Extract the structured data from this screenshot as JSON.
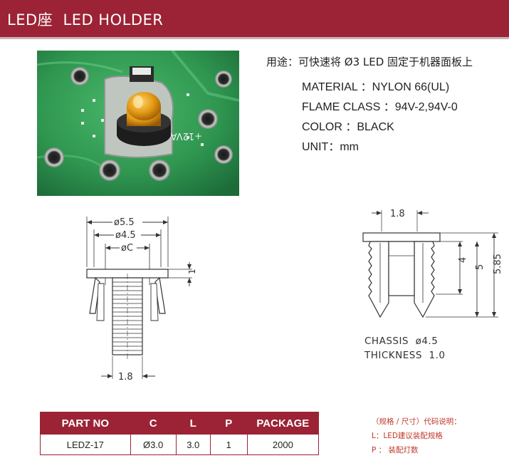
{
  "header": {
    "title": "LED座  LED HOLDER"
  },
  "usage": "用途：可快速将 Ø3 LED 固定于机器面板上",
  "specs": [
    "MATERIAL ：NYLON 66(UL)",
    "FLAME CLASS ：94V-2,94V-0",
    "COLOR ：BLACK",
    "UNIT：mm"
  ],
  "drawing_left": {
    "dim_outer": "ø5.5",
    "dim_inner": "ø4.5",
    "dim_c": "øC",
    "dim_side": "1",
    "dim_bottom": "1.8"
  },
  "drawing_right": {
    "dim_top": "1.8",
    "dim_a": "4",
    "dim_b": "5",
    "dim_c": "5.85"
  },
  "chassis": {
    "line1": "CHASSIS  ø4.5",
    "line2": "THICKNESS  1.0"
  },
  "photo": {
    "pcb_text": "+12VA"
  },
  "parts_table": {
    "headers": [
      "PART NO",
      "C",
      "L",
      "P",
      "PACKAGE"
    ],
    "rows": [
      [
        "LEDZ-17",
        "Ø3.0",
        "3.0",
        "1",
        "2000"
      ]
    ]
  },
  "code_notes": [
    "（规格 / 尺寸）代码说明：",
    "L：LED建议装配规格",
    "P ： 装配灯数"
  ],
  "colors": {
    "brand": "#9b2335",
    "note": "#c0392b"
  }
}
